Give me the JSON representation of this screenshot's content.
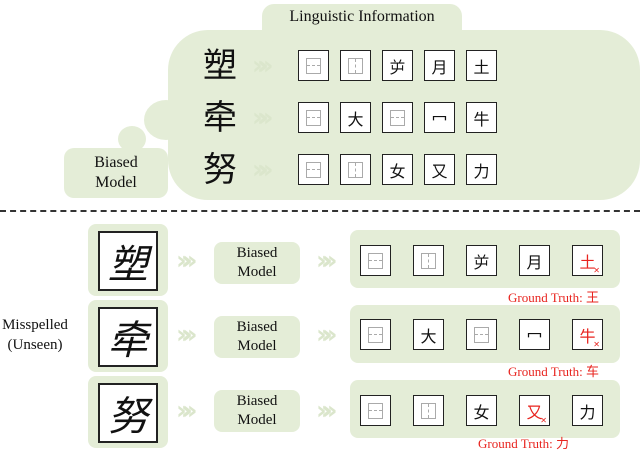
{
  "top": {
    "header": "Linguistic Information",
    "biased_model_label": "Biased\nModel",
    "rows": [
      {
        "char": "塑",
        "components": [
          "",
          "",
          "屰",
          "月",
          "土"
        ],
        "structs": [
          "h",
          "v"
        ]
      },
      {
        "char": "牵",
        "components": [
          "",
          "大",
          "",
          "冖",
          "牛"
        ],
        "structs": [
          "h",
          "",
          "h"
        ]
      },
      {
        "char": "努",
        "components": [
          "",
          "",
          "女",
          "又",
          "力"
        ],
        "structs": [
          "h",
          "v"
        ]
      }
    ]
  },
  "bottom": {
    "side_label": "Misspelled\n(Unseen)",
    "biased_model_label": "Biased\nModel",
    "rows": [
      {
        "handwritten": "塑",
        "components": [
          "",
          "",
          "屰",
          "月",
          "土"
        ],
        "wrong_index": 4,
        "ground_truth_label": "Ground Truth:",
        "ground_truth_char": "王"
      },
      {
        "handwritten": "牵",
        "components": [
          "",
          "大",
          "",
          "冖",
          "牛"
        ],
        "wrong_index": 4,
        "ground_truth_label": "Ground Truth:",
        "ground_truth_char": "车"
      },
      {
        "handwritten": "努",
        "components": [
          "",
          "",
          "女",
          "又",
          "力"
        ],
        "wrong_index": 3,
        "ground_truth_label": "Ground Truth:",
        "ground_truth_char": "力"
      }
    ]
  },
  "colors": {
    "panel": "#e4edd7",
    "error": "#e8241f"
  }
}
